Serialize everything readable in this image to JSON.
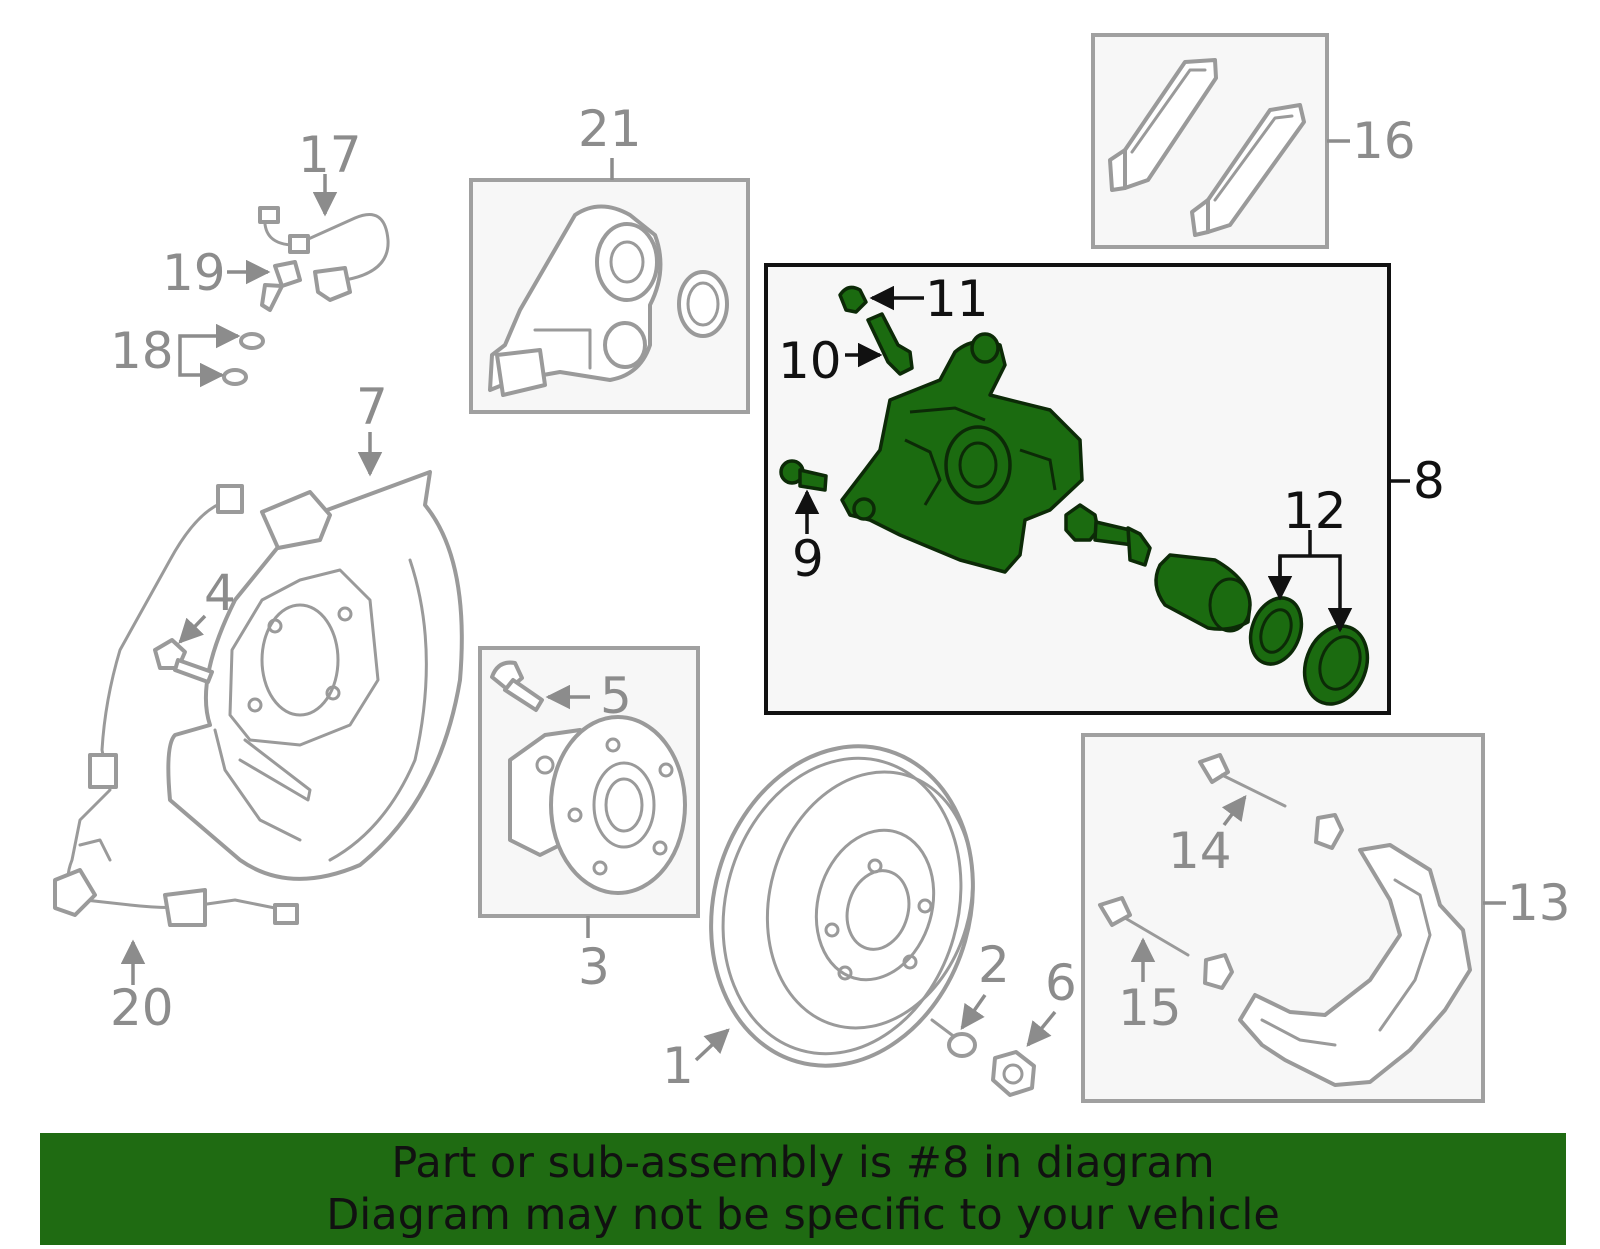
{
  "diagram": {
    "labels": {
      "p1": "1",
      "p2": "2",
      "p3": "3",
      "p4": "4",
      "p5": "5",
      "p6": "6",
      "p7": "7",
      "p8": "8",
      "p9": "9",
      "p10": "10",
      "p11": "11",
      "p12": "12",
      "p13": "13",
      "p14": "14",
      "p15": "15",
      "p16": "16",
      "p17": "17",
      "p18": "18",
      "p19": "19",
      "p20": "20",
      "p21": "21"
    },
    "highlight_color": "#1b6b10",
    "highlighted_part": "8"
  },
  "banner": {
    "line1": "Part or sub-assembly is #8 in diagram",
    "line2": "Diagram may not be specific to your vehicle",
    "background": "#1f6b12"
  }
}
